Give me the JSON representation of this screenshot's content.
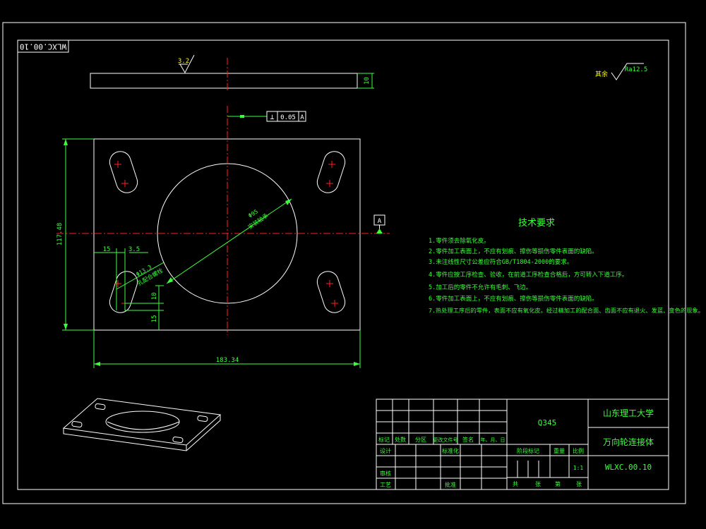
{
  "colors": {
    "background": "#000000",
    "white": "#ffffff",
    "green": "#3cff3c",
    "red": "#ff2020",
    "yellow": "#ffff00"
  },
  "drawing_number_rotated": "WLXC.00.10",
  "top_view": {
    "thickness_dim": "10",
    "roughness": "3.2"
  },
  "flatness": {
    "symbol": "⊥",
    "tolerance": "0.05",
    "datum": "A"
  },
  "datum_label": "A",
  "surface_finish": {
    "label": "其余",
    "value": "Ra12.5"
  },
  "dims": {
    "width": "183.34",
    "height": "117.48",
    "slot_left": "15",
    "slot_width": "3.5",
    "slot_a": "10",
    "slot_b": "15",
    "hole_line1": "Φ95",
    "hole_line2": "安装轴承",
    "slot_line1": "Φ13.3",
    "slot_line2": "孔配合螺栓"
  },
  "tech_req": {
    "title": "技术要求",
    "items": [
      "1.零件须去除氧化皮。",
      "2.零件加工表面上，不应有划痕、擦伤等损伤零件表面的缺陷。",
      "3.未注线性尺寸公差应符合GB/T1804-2000的要求。",
      "4.零件应按工序检查、验收，在前道工序检查合格后，方可转入下道工序。",
      "5.加工后的零件不允许有毛刺、飞边。",
      "6.零件加工表面上，不应有划痕、擦伤等损伤零件表面的缺陷。",
      "7.热处理工序后的零件，表面不应有氧化皮。经过精加工的配合面、齿面不应有退火、发蓝、变色的现象。"
    ]
  },
  "title_block": {
    "material": "Q345",
    "school": "山东理工大学",
    "part_name": "万向轮连接体",
    "drawing_no": "WLXC.00.10",
    "scale": "1:1",
    "headers": [
      "标记",
      "处数",
      "分区",
      "更改文件号",
      "签名",
      "年、月、日"
    ],
    "design": "设计",
    "standardize": "标准化",
    "stage_mark": "阶段标记",
    "weight": "重量",
    "scale_label": "比例",
    "check": "审核",
    "process": "工艺",
    "approve": "批准",
    "total": "共",
    "sheets": "张",
    "page": "第",
    "sheet_unit": "张"
  }
}
